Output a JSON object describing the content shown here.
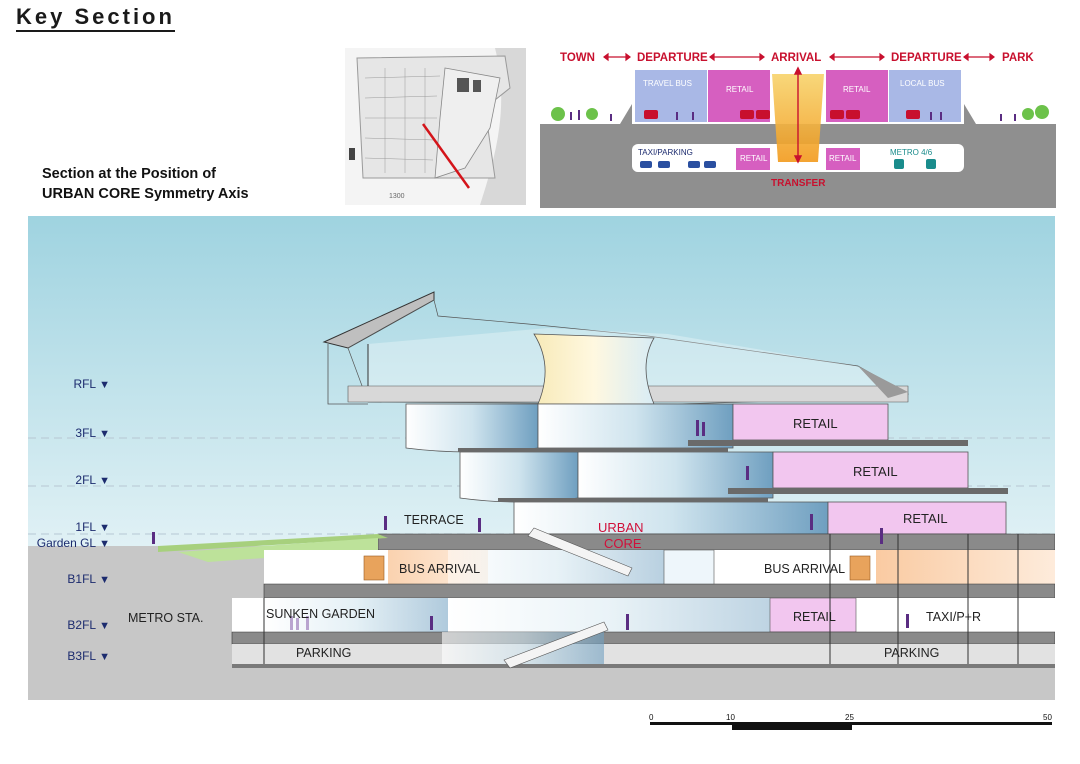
{
  "title": "Key Section",
  "caption": {
    "line1": "Section at the Position of",
    "line2": "URBAN CORE Symmetry Axis"
  },
  "keyplan": {
    "label": "1300"
  },
  "diagram": {
    "top_axis": [
      "TOWN",
      "DEPARTURE",
      "ARRIVAL",
      "DEPARTURE",
      "PARK"
    ],
    "upper_zones": [
      "TRAVEL BUS",
      "RETAIL",
      "RETAIL",
      "LOCAL BUS"
    ],
    "lower_zones": [
      "TAXI/PARKING",
      "RETAIL",
      "RETAIL",
      "METRO 4/6"
    ],
    "transfer": "TRANSFER"
  },
  "levels": [
    {
      "id": "rfl",
      "label": "RFL"
    },
    {
      "id": "3fl",
      "label": "3FL"
    },
    {
      "id": "2fl",
      "label": "2FL"
    },
    {
      "id": "1fl",
      "label": "1FL"
    },
    {
      "id": "garden",
      "label": "Garden GL"
    },
    {
      "id": "b1fl",
      "label": "B1FL"
    },
    {
      "id": "b2fl",
      "label": "B2FL"
    },
    {
      "id": "b3fl",
      "label": "B3FL"
    }
  ],
  "spaces": {
    "retail_3fl": "RETAIL",
    "retail_2fl": "RETAIL",
    "retail_1fl": "RETAIL",
    "terrace": "TERRACE",
    "urban_core_1": "URBAN",
    "urban_core_2": "CORE",
    "bus_arrival_left": "BUS ARRIVAL",
    "bus_arrival_right": "BUS ARRIVAL",
    "metro": "METRO STA.",
    "sunken_garden": "SUNKEN GARDEN",
    "retail_b2": "RETAIL",
    "taxi": "TAXI/P+R",
    "parking_left": "PARKING",
    "parking_right": "PARKING"
  },
  "scale": {
    "ticks": [
      "0",
      "10",
      "25",
      "50"
    ]
  },
  "colors": {
    "sky_top": "#9fd3e0",
    "sky_bottom": "#ffffff",
    "ground": "#c7c7c7",
    "retail": "#f2c6ef",
    "retail_saturated": "#d65fc0",
    "bus_zone": "#a9b8e6",
    "accent_red": "#c8102e",
    "level_text": "#1c2b6e",
    "urban_core_text": "#d0103a"
  }
}
